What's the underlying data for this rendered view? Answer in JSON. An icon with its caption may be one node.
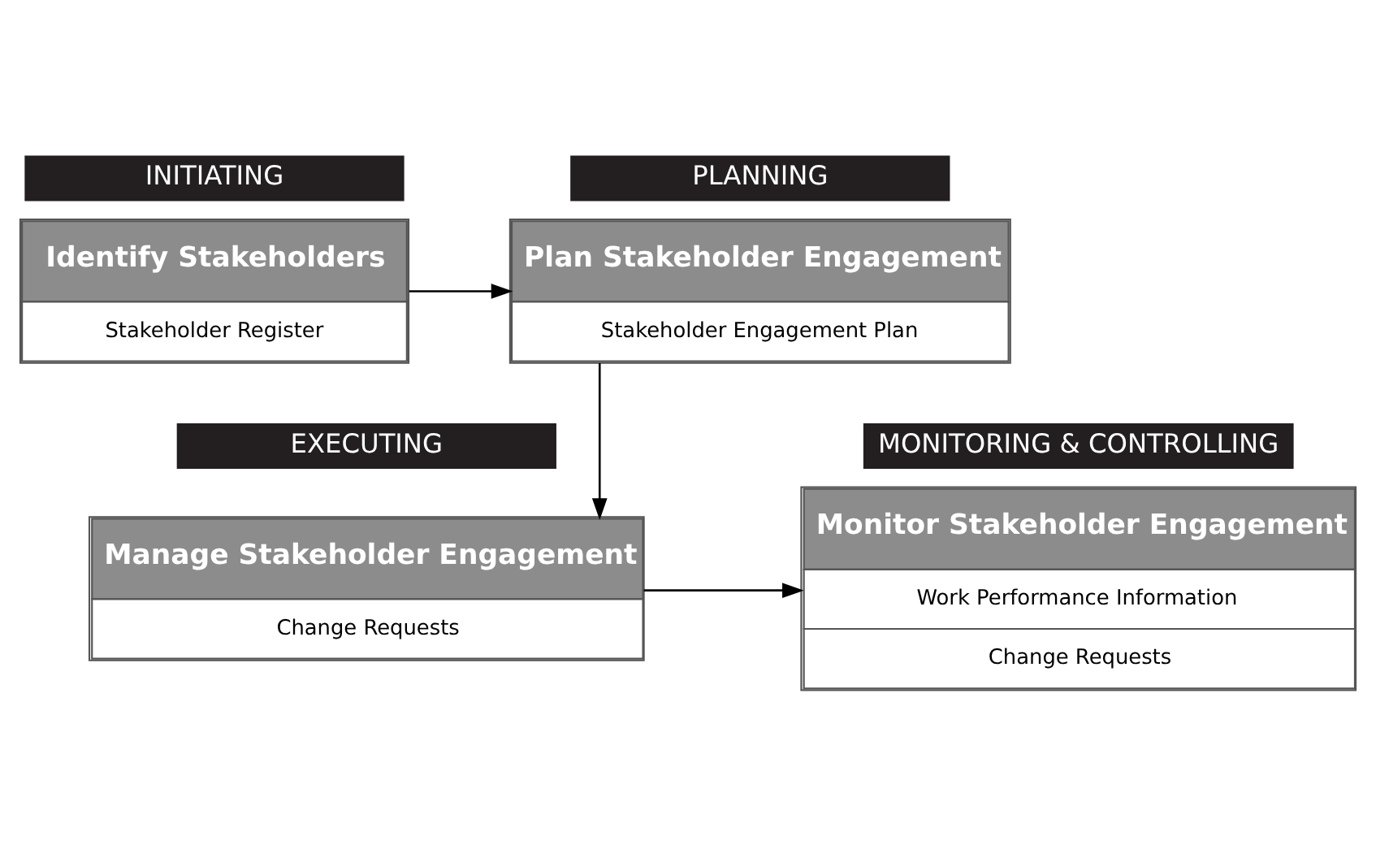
{
  "diagram": {
    "nodes": [
      {
        "text": [
          "INITIATING"
        ]
      },
      {
        "text": [
          "Identify Stakeholders",
          "Stakeholder Register"
        ]
      },
      {
        "text": [
          "PLANNING"
        ]
      },
      {
        "text": [
          "Plan Stakeholder Engagement",
          "Stakeholder Engagement Plan"
        ]
      },
      {
        "text": [
          "EXECUTING"
        ]
      },
      {
        "text": [
          "Manage Stakeholder Engagement",
          "Change Requests"
        ]
      },
      {
        "text": [
          "MONITORING & CONTROLLING"
        ]
      },
      {
        "text": [
          "Monitor Stakeholder Engagement",
          "Work Performance Information",
          "Change Requests"
        ]
      }
    ],
    "edges": [
      {
        "from": 1,
        "to": 3,
        "arrow": "to"
      },
      {
        "from": 3,
        "to": 5,
        "arrow": "to"
      },
      {
        "from": 5,
        "to": 7,
        "arrow": "to"
      }
    ]
  }
}
